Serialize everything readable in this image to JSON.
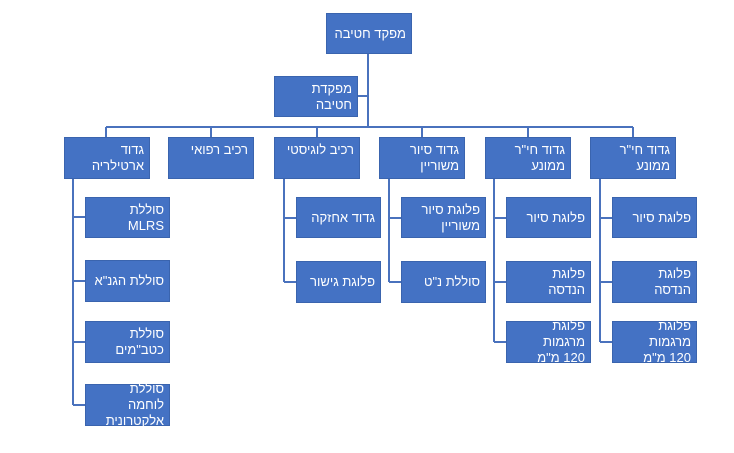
{
  "org_chart": {
    "commander": "מפקד  חטיבה",
    "headquarters": "מפקדת חטיבה",
    "units": {
      "artillery": "גדוד ארטילריה",
      "medical": "רכיב רפואי",
      "logistics": "רכיב לוגיסטי",
      "armored_recon": "גדוד סיור\nמשוריין",
      "mech_inf_a": "גדוד חי\"ר\nממונע",
      "mech_inf_b": "גדוד חי\"ר\nממונע"
    },
    "subunits": {
      "mlrs": "סוללת MLRS",
      "hagna": "סוללת הגנ\"א",
      "katbam": "סוללת\nכטב\"מים",
      "ew": "סוללת לוחמה\nאלקטרונית",
      "maintenance": "גדוד אחזקה",
      "bridging": "פלוגת גישור",
      "armored_recon_co": "פלוגת סיור\nמשוריין",
      "at_battery": "סוללת נ\"ט",
      "a_recon_co": "פלוגת סיור",
      "a_eng_co": "פלוגת הנדסה",
      "a_mortar_co": "פלוגת מרגמות\n120 מ\"מ",
      "b_recon_co": "פלוגת סיור",
      "b_eng_co": "פלוגת הנדסה",
      "b_mortar_co": "פלוגת מרגמות\n120 מ\"מ"
    }
  }
}
